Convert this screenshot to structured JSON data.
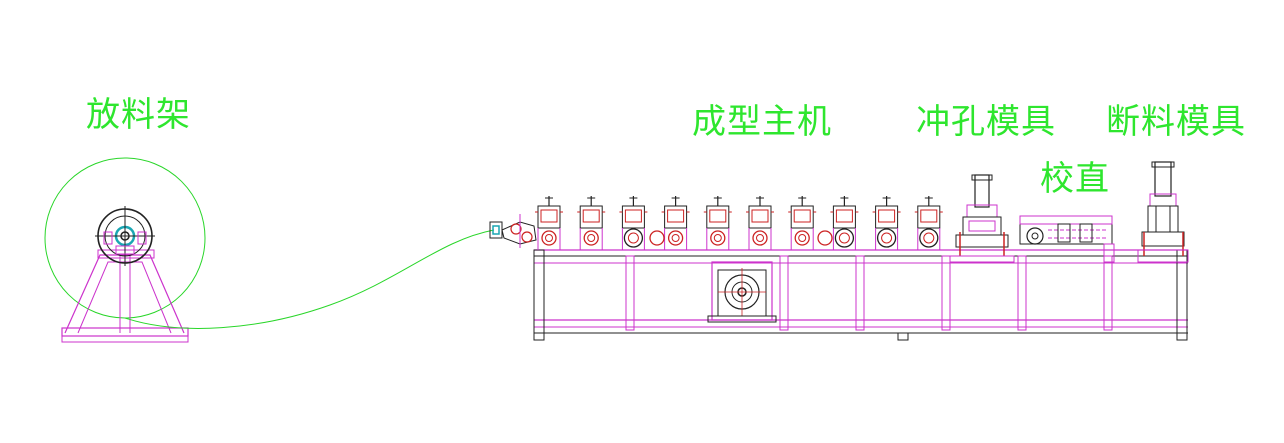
{
  "labels": {
    "unwinder": "放料架",
    "forming_machine": "成型主机",
    "punching_die": "冲孔模具",
    "leveler": "校直",
    "cutting_die": "断料模具"
  },
  "colors": {
    "label": "#2ee62e",
    "strip": "#29d629",
    "frame": "#cc33cc",
    "roller": "#cc2222",
    "outline": "#222222",
    "accent": "#1aa6b3"
  },
  "forming_stations": 10
}
